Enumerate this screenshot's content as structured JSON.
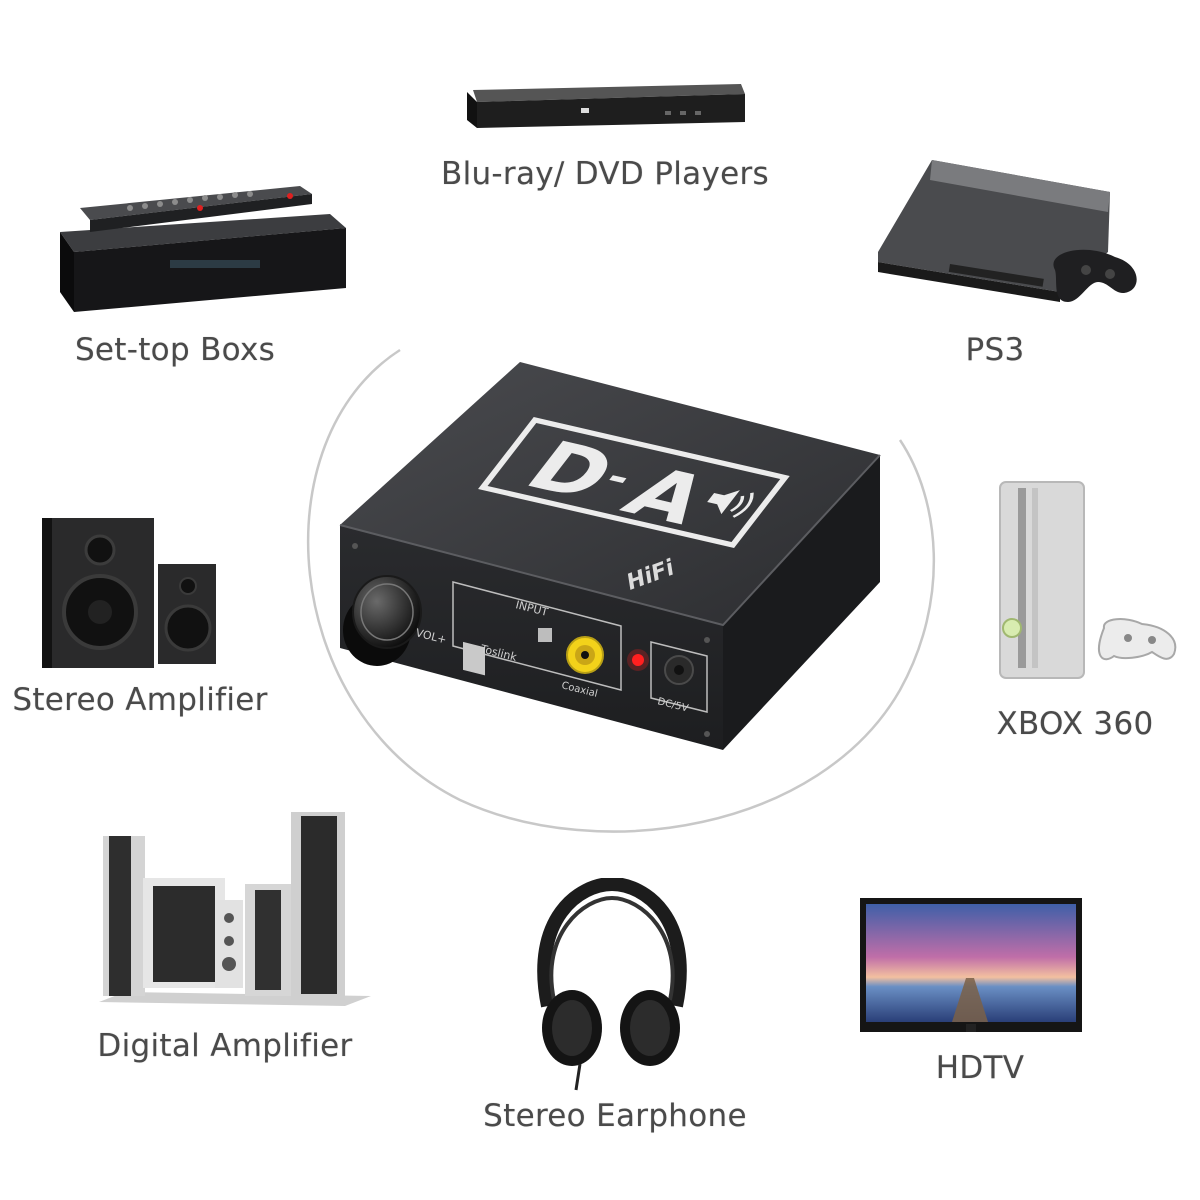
{
  "colors": {
    "background": "#ffffff",
    "caption": "#4a4a4a",
    "device_body": "#2b2c2f",
    "led": "#ff2020",
    "coax_ring": "#f3d21a"
  },
  "captions": {
    "bluray": "Blu-ray/ DVD Players",
    "settop": "Set-top Boxs",
    "ps3": "PS3",
    "stereo_amp": "Stereo Amplifier",
    "xbox": "XBOX 360",
    "digital_amp": "Digital Amplifier",
    "earphone": "Stereo Earphone",
    "hdtv": "HDTV"
  },
  "dac": {
    "logo_left": "D",
    "logo_right": "A",
    "hifi": "HiFi",
    "vol": "VOL+",
    "input": "INPUT",
    "toslink": "Toslink",
    "coaxial": "Coaxial",
    "power": "DC/5V"
  },
  "icons": {
    "bluray": "bluray-player-icon",
    "settop": "settop-box-icon",
    "ps3": "game-console-icon",
    "stereo_amp": "bookshelf-speakers-icon",
    "xbox": "xbox-console-icon",
    "digital_amp": "tower-speakers-icon",
    "earphone": "headphones-icon",
    "hdtv": "television-icon"
  }
}
